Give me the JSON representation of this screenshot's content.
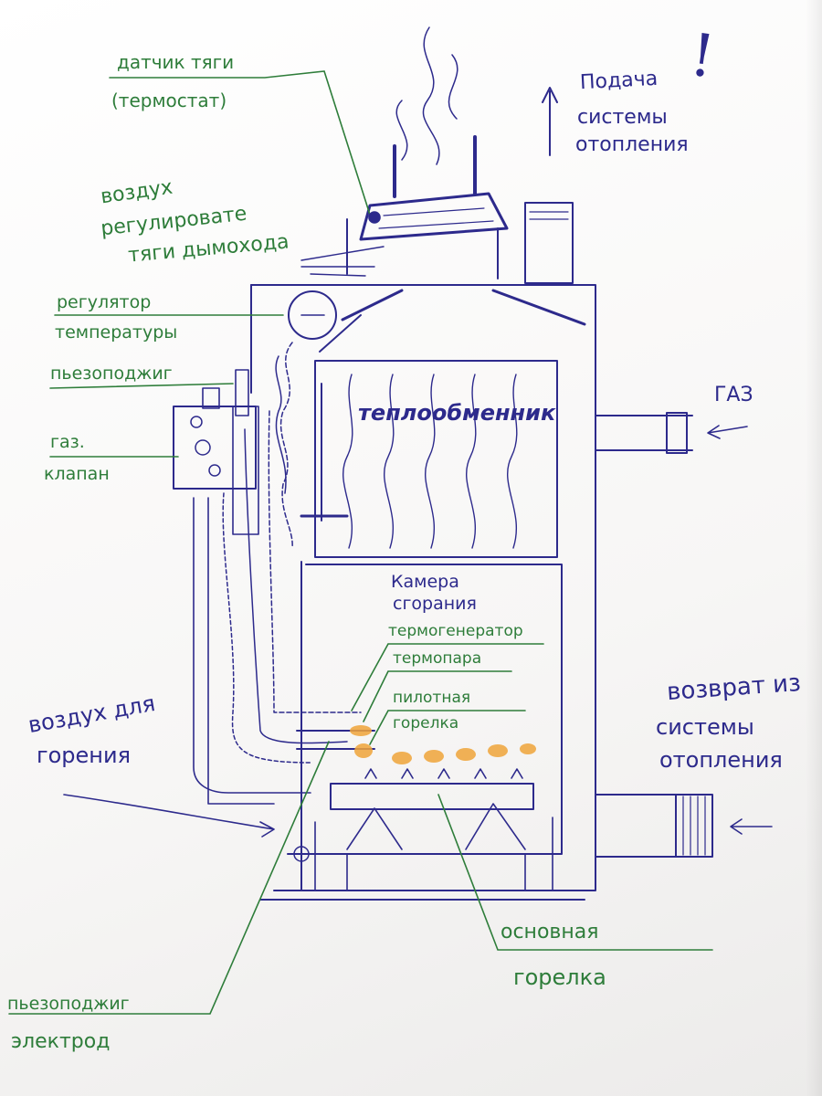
{
  "colors": {
    "pen_blue": "#2d2a8c",
    "pen_green": "#2e7d3a",
    "flame": "#f0a53a",
    "paper": "#fbfbfa"
  },
  "labels": {
    "draft_sensor": "датчик тяги",
    "thermostat": "(термостат)",
    "supply": [
      "Подача",
      "системы",
      "отопления"
    ],
    "exclamation": "!",
    "draft_air_1": "воздух",
    "draft_air_2": "регулировате",
    "draft_air_3": "тяги дымохода",
    "temp_regulator_1": "регулятор",
    "temp_regulator_2": "температуры",
    "piezo": "пьезоподжиг",
    "gas_valve_1": "газ.",
    "gas_valve_2": "клапан",
    "heat_exchanger": "теплообменник",
    "gas": "ГАЗ",
    "chamber_1": "Камера",
    "chamber_2": "сгорания",
    "thermogenerator": "термогенератор",
    "thermocouple": "термопара",
    "pilot_1": "пилотная",
    "pilot_2": "горелка",
    "return_1": "возврат из",
    "return_2": "системы",
    "return_3": "отопления",
    "combustion_air_1": "воздух для",
    "combustion_air_2": "горения",
    "main_burner_1": "основная",
    "main_burner_2": "горелка",
    "piezo_electrode_1": "пьезоподжиг",
    "piezo_electrode_2": "электрод"
  }
}
